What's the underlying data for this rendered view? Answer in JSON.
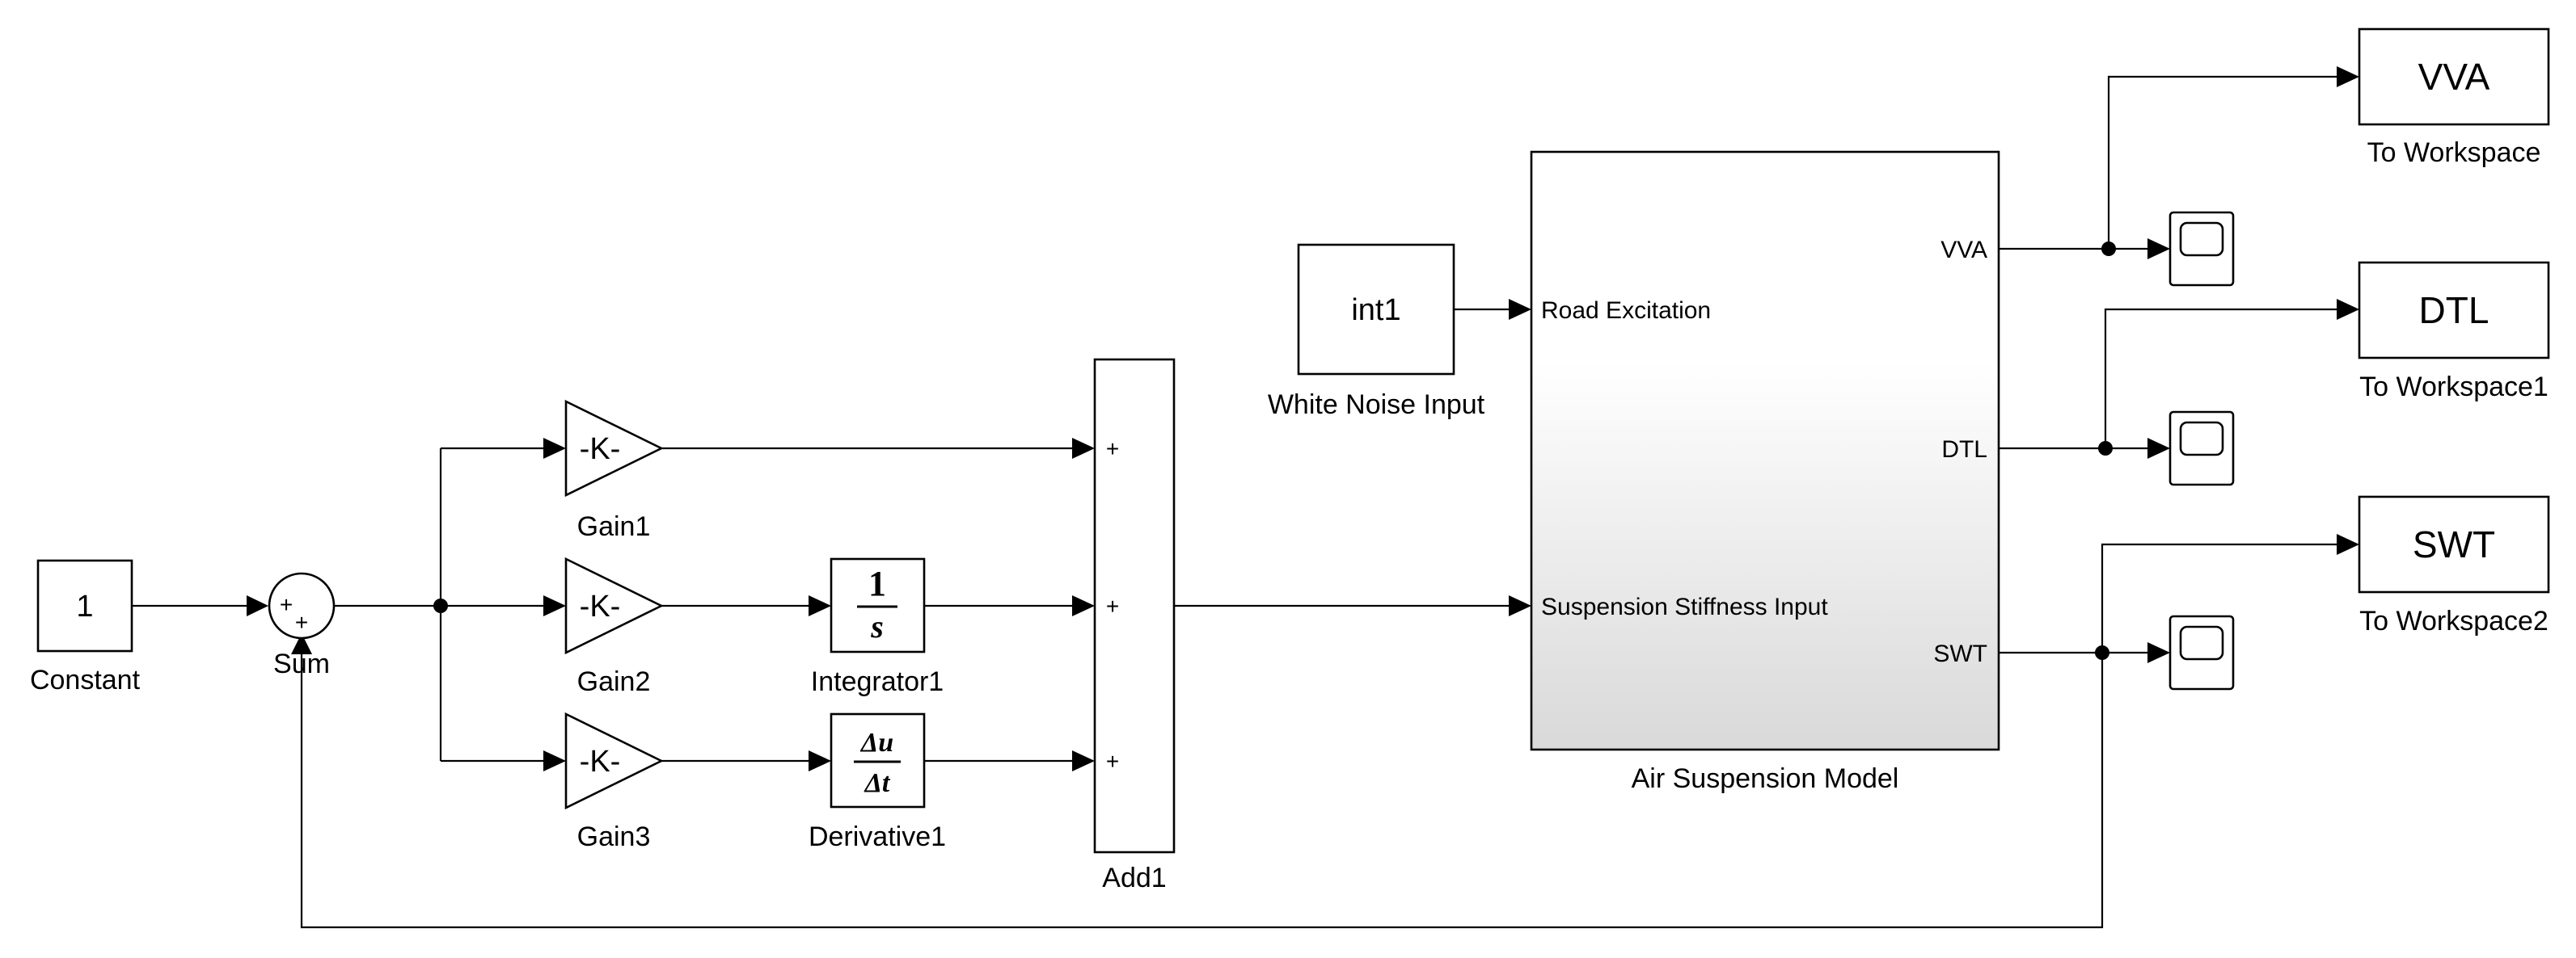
{
  "blocks": {
    "constant": {
      "value": "1",
      "label": "Constant"
    },
    "sum": {
      "label": "Sum",
      "sign1": "+",
      "sign2": "+"
    },
    "gain1": {
      "value": "-K-",
      "label": "Gain1"
    },
    "gain2": {
      "value": "-K-",
      "label": "Gain2"
    },
    "gain3": {
      "value": "-K-",
      "label": "Gain3"
    },
    "integrator1": {
      "num": "1",
      "den": "s",
      "label": "Integrator1"
    },
    "derivative1": {
      "num": "Δu",
      "den": "Δt",
      "label": "Derivative1"
    },
    "add1": {
      "label": "Add1",
      "sign1": "+",
      "sign2": "+",
      "sign3": "+"
    },
    "white_noise": {
      "value": "int1",
      "label": "White Noise Input"
    },
    "subsystem": {
      "label": "Air Suspension Model",
      "in1": "Road Excitation",
      "in2": "Suspension Stiffness Input",
      "out1": "VVA",
      "out2": "DTL",
      "out3": "SWT"
    },
    "to_workspace": {
      "value": "VVA",
      "label": "To Workspace"
    },
    "to_workspace1": {
      "value": "DTL",
      "label": "To Workspace1"
    },
    "to_workspace2": {
      "value": "SWT",
      "label": "To Workspace2"
    }
  },
  "colors": {
    "line": "#000000",
    "block_fill": "#ffffff",
    "subsystem_gradient_top": "#ffffff",
    "subsystem_gradient_bottom": "#d9d9d9"
  }
}
